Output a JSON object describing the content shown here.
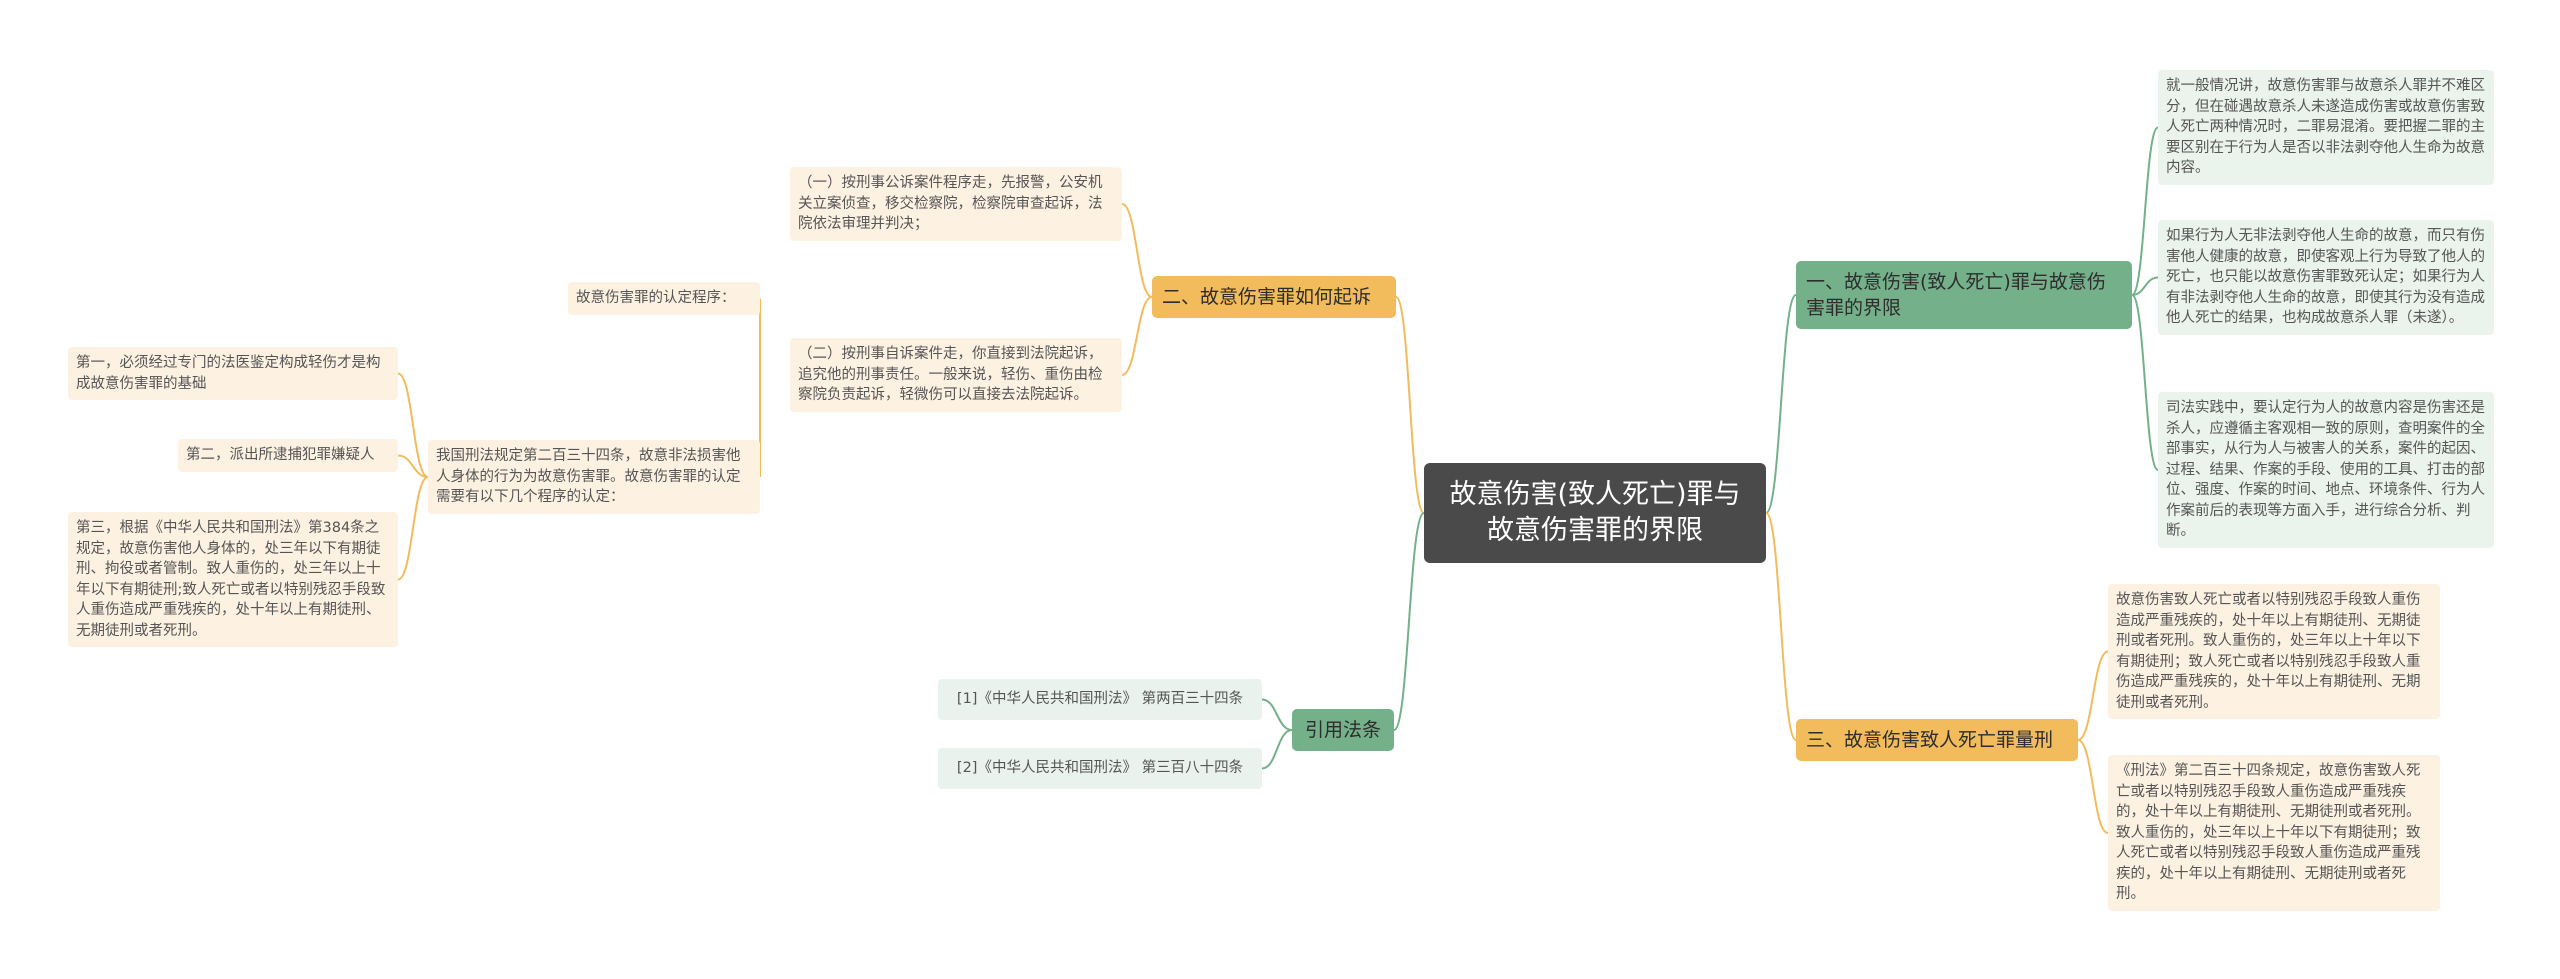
{
  "root": {
    "title": "故意伤害(致人死亡)罪与故意伤害罪的界限"
  },
  "branches": {
    "b1": {
      "label": "一、故意伤害(致人死亡)罪与故意伤害罪的界限"
    },
    "b2": {
      "label": "二、故意伤害罪如何起诉"
    },
    "b3": {
      "label": "三、故意伤害致人死亡罪量刑"
    },
    "b4": {
      "label": "引用法条"
    }
  },
  "b1_leaves": [
    "就一般情况讲，故意伤害罪与故意杀人罪并不难区分，但在碰遇故意杀人未遂造成伤害或故意伤害致人死亡两种情况时，二罪易混淆。要把握二罪的主要区别在于行为人是否以非法剥夺他人生命为故意内容。",
    "如果行为人无非法剥夺他人生命的故意，而只有伤害他人健康的故意，即使客观上行为导致了他人的死亡，也只能以故意伤害罪致死认定；如果行为人有非法剥夺他人生命的故意，即使其行为没有造成他人死亡的结果，也构成故意杀人罪（未遂）。",
    "司法实践中，要认定行为人的故意内容是伤害还是杀人，应遵循主客观相一致的原则，查明案件的全部事实，从行为人与被害人的关系，案件的起因、过程、结果、作案的手段、使用的工具、打击的部位、强度、作案的时间、地点、环境条件、行为人作案前后的表现等方面入手，进行综合分析、判断。"
  ],
  "b3_leaves": [
    "故意伤害致人死亡或者以特别残忍手段致人重伤造成严重残疾的，处十年以上有期徒刑、无期徒刑或者死刑。致人重伤的，处三年以上十年以下有期徒刑；致人死亡或者以特别残忍手段致人重伤造成严重残疾的，处十年以上有期徒刑、无期徒刑或者死刑。",
    "《刑法》第二百三十四条规定，故意伤害致人死亡或者以特别残忍手段致人重伤造成严重残疾的，处十年以上有期徒刑、无期徒刑或者死刑。致人重伤的，处三年以上十年以下有期徒刑；致人死亡或者以特别残忍手段致人重伤造成严重残疾的，处十年以上有期徒刑、无期徒刑或者死刑。"
  ],
  "b2_children": {
    "proc1": "（一）按刑事公诉案件程序走，先报警，公安机关立案侦查，移交检察院，检察院审查起诉，法院依法审理并判决；",
    "proc2": "（二）按刑事自诉案件走，你直接到法院起诉，追究他的刑事责任。一般来说，轻伤、重伤由检察院负责起诉，轻微伤可以直接去法院起诉。",
    "sub_label": "故意伤害罪的认定程序：",
    "law_intro": "我国刑法规定第二百三十四条，故意非法损害他人身体的行为为故意伤害罪。故意伤害罪的认定需要有以下几个程序的认定：",
    "steps": [
      "第一，必须经过专门的法医鉴定构成轻伤才是构成故意伤害罪的基础",
      "第二，派出所逮捕犯罪嫌疑人",
      "第三，根据《中华人民共和国刑法》第384条之规定，故意伤害他人身体的，处三年以下有期徒刑、拘役或者管制。致人重伤的，处三年以上十年以下有期徒刑;致人死亡或者以特别残忍手段致人重伤造成严重残疾的，处十年以上有期徒刑、无期徒刑或者死刑。"
    ]
  },
  "citations": [
    "[1]《中华人民共和国刑法》 第两百三十四条",
    "[2]《中华人民共和国刑法》 第三百八十四条"
  ],
  "colors": {
    "root_bg": "#4a4a4a",
    "green": "#74b18a",
    "orange": "#f2bc5c",
    "green_leaf": "#eaf3ec",
    "orange_leaf": "#fdf1e2"
  }
}
